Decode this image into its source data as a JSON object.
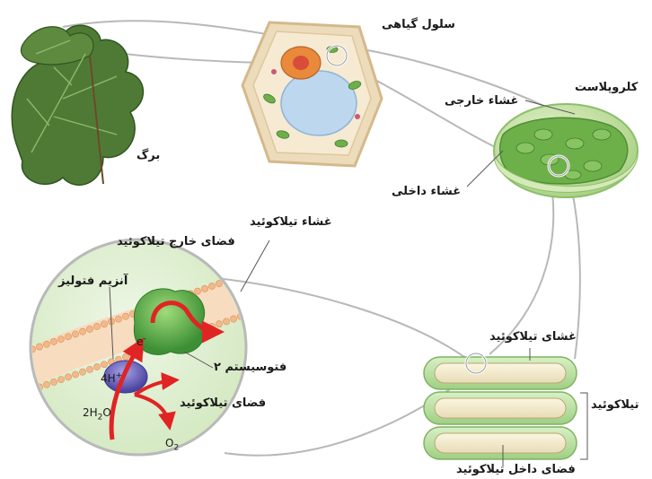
{
  "labels": {
    "leaf": "برگ",
    "plant_cell": "سلول گیاهی",
    "chloroplast": "کلروپلاست",
    "outer_membrane": "غشاء خارجی",
    "inner_membrane": "غشاء داخلی",
    "thylakoid_membrane": "غشاء تیلاکوئید",
    "thylakoid_outer_space": "فضای خارج تیلاکوئید",
    "photolysis_enzyme": "آنزیم فتولیز",
    "photosystem_2": "فتوسیستم ۲",
    "thylakoid_space": "فضای تیلاکوئید",
    "thylakoid_membrane_right": "غشای تیلاکوئید",
    "thylakoid": "تیلاکوئید",
    "thylakoid_inner_space": "فضای داخل تیلاکوئید"
  },
  "chem": {
    "electron": "e",
    "electron_sup": "-",
    "protons": "4H",
    "protons_sup": "+",
    "water_pre": "2H",
    "water_sub": "2",
    "water_post": "O",
    "oxygen_pre": "O",
    "oxygen_sub": "2"
  },
  "colors": {
    "leaf": "#4f7a35",
    "leaf_dark": "#2f5520",
    "cell_wall": "#e9d6b4",
    "vacuole": "#bcd7ee",
    "nucleus": "#e88a3a",
    "chloroplast_outer": "#cfe5a8",
    "chloroplast_inner": "#6db04a",
    "membrane_head": "#f3b98a",
    "membrane_tail": "#e6c9a8",
    "membrane_fill": "#f7dcc0",
    "photosystem": "#5fb24c",
    "photolysis_enzyme": "#6a63b5",
    "arrow": "#e02424",
    "thylakoid_stack": "#bfe3a7",
    "thylakoid_lumen": "#f3ecd0",
    "circle_bg": "#e3f1d5",
    "connector": "#b5b5b5"
  },
  "icons": [
    "leaf-icon",
    "plant-cell-icon",
    "chloroplast-icon",
    "thylakoid-stack-icon",
    "membrane-zoom-icon"
  ]
}
